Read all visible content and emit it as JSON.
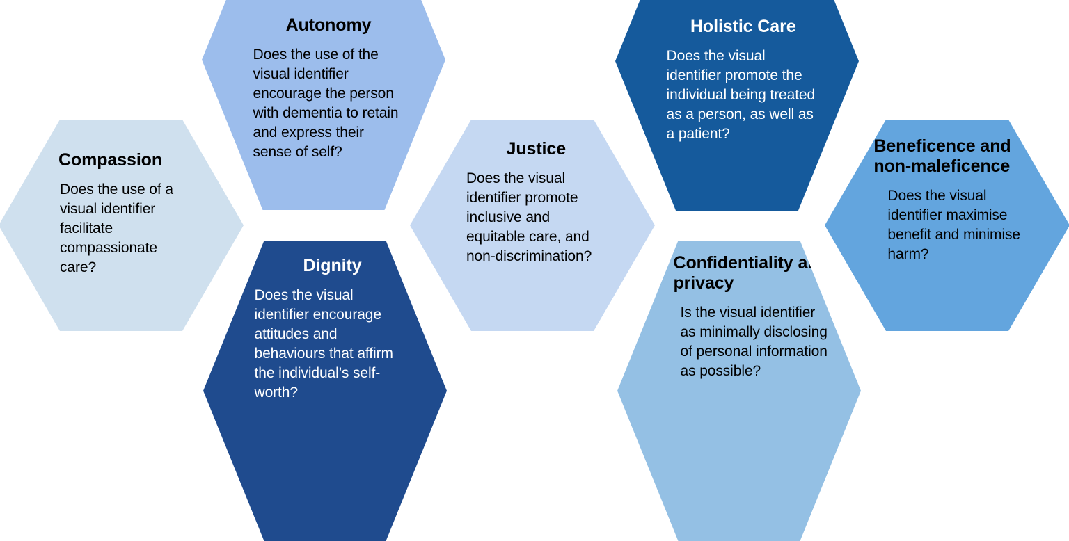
{
  "diagram": {
    "type": "honeycomb-hexagon-framework",
    "background_color": "#ffffff",
    "hexagons": [
      {
        "id": "compassion",
        "title": "Compassion",
        "question": "Does the use of a visual identifier facilitate compassionate care?",
        "fill_color": "#cfe0ee",
        "text_color": "#000000",
        "column": 1,
        "row": "middle"
      },
      {
        "id": "autonomy",
        "title": "Autonomy",
        "question": "Does the use of the visual identifier encourage the person with dementia to retain and express their sense of self?",
        "fill_color": "#9cbdec",
        "text_color": "#000000",
        "column": 2,
        "row": "top"
      },
      {
        "id": "dignity",
        "title": "Dignity",
        "question": "Does the visual identifier encourage attitudes and behaviours that affirm the individual’s self-worth?",
        "fill_color": "#1f4b8e",
        "text_color": "#ffffff",
        "column": 2,
        "row": "bottom"
      },
      {
        "id": "justice",
        "title": "Justice",
        "question": "Does the visual identifier promote inclusive and equitable care, and non-discrimination?",
        "fill_color": "#c5d8f2",
        "text_color": "#000000",
        "column": 3,
        "row": "middle"
      },
      {
        "id": "holistic-care",
        "title": "Holistic Care",
        "question": "Does the visual identifier promote the individual being treated as a person, as well as a patient?",
        "fill_color": "#155a9c",
        "text_color": "#ffffff",
        "column": 4,
        "row": "top"
      },
      {
        "id": "confidentiality-and-privacy",
        "title": "Confidentiality and privacy",
        "question": "Is the visual identifier as minimally disclosing of personal information as possible?",
        "fill_color": "#94c0e4",
        "text_color": "#000000",
        "column": 4,
        "row": "bottom"
      },
      {
        "id": "beneficence-and-non-maleficence",
        "title": "Beneficence and non-maleficence",
        "question": "Does the visual identifier maximise benefit and minimise harm?",
        "fill_color": "#63a5de",
        "text_color": "#000000",
        "column": 5,
        "row": "middle"
      }
    ]
  }
}
